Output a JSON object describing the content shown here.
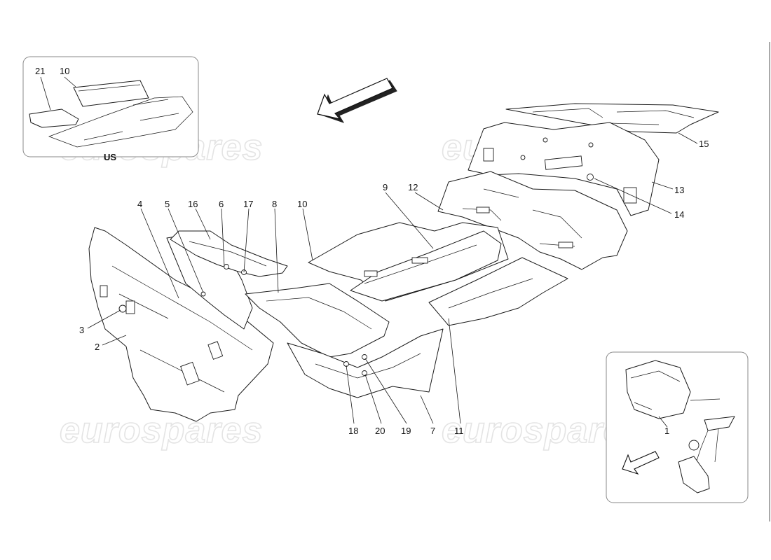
{
  "watermark": {
    "text": "eurospares"
  },
  "inset_us": {
    "label": "US",
    "callouts": [
      "21",
      "10"
    ]
  },
  "inset_pedals": {
    "callouts": [
      "1"
    ]
  },
  "callouts": {
    "c4": "4",
    "c5": "5",
    "c16": "16",
    "c6": "6",
    "c17": "17",
    "c8": "8",
    "c10": "10",
    "c9": "9",
    "c12": "12",
    "c15": "15",
    "c13": "13",
    "c14": "14",
    "c3": "3",
    "c2": "2",
    "c18": "18",
    "c20": "20",
    "c19": "19",
    "c7": "7",
    "c11": "11"
  }
}
